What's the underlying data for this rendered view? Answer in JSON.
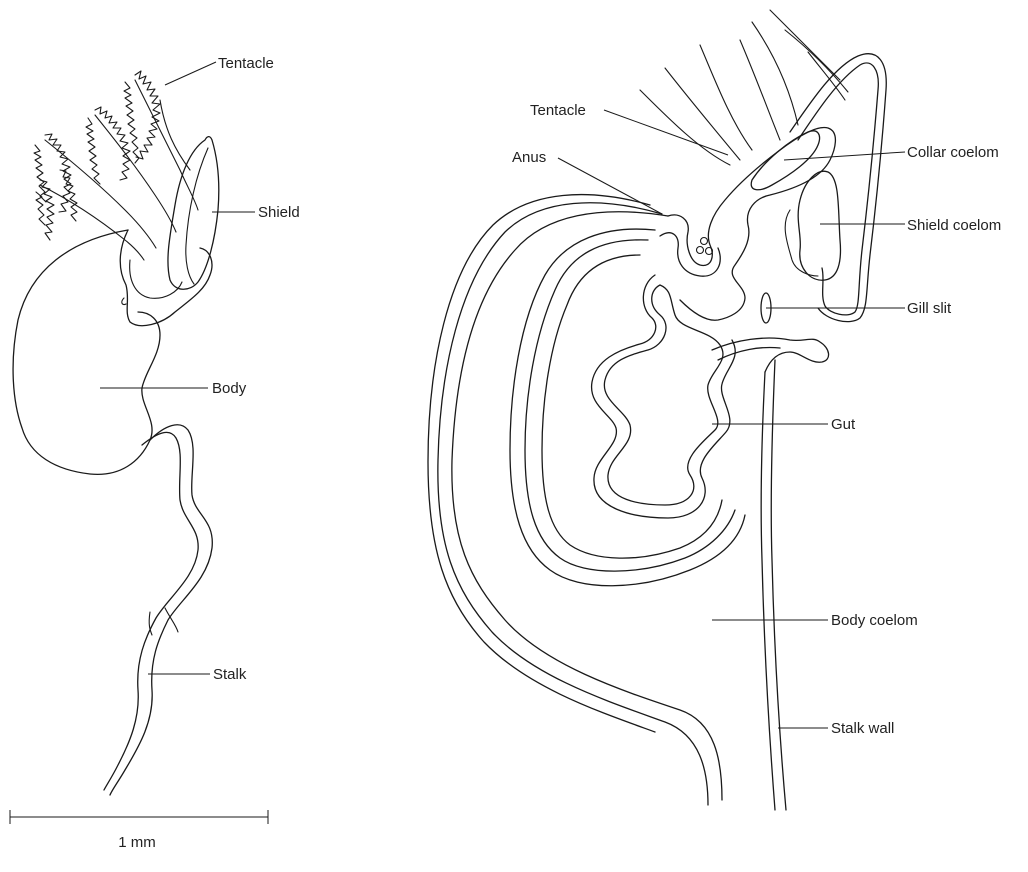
{
  "figure": {
    "left_labels": {
      "tentacle": "Tentacle",
      "shield": "Shield",
      "body": "Body",
      "stalk": "Stalk"
    },
    "right_labels": {
      "tentacle": "Tentacle",
      "anus": "Anus",
      "collar_coelom": "Collar coelom",
      "shield_coelom": "Shield coelom",
      "gill_slit": "Gill slit",
      "gut": "Gut",
      "body_coelom": "Body coelom",
      "stalk_wall": "Stalk wall"
    },
    "scale_bar": {
      "label": "1 mm"
    }
  },
  "colors": {
    "line": "#1a1a1a",
    "background": "#ffffff"
  }
}
